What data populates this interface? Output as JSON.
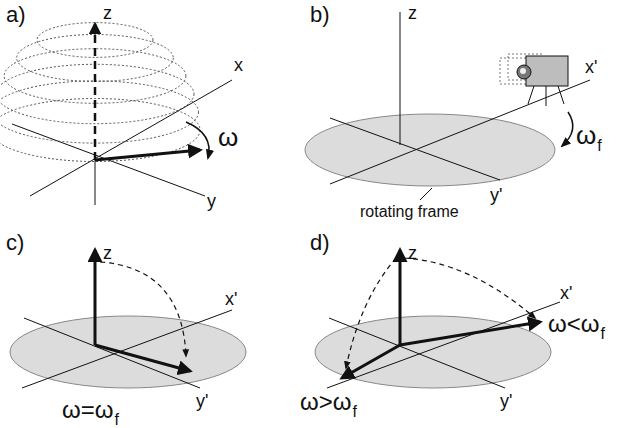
{
  "diagram": {
    "labels": [
      "a)",
      "z",
      "x",
      "y",
      "ω",
      "b)",
      "z",
      "x'",
      "y'",
      "ω",
      "f",
      "rotating frame",
      "c)",
      "z",
      "x'",
      "y'",
      "ω=ω",
      "f",
      "d)",
      "z",
      "x'",
      "y'",
      "ω<ω",
      "f",
      "ω>ω",
      "f"
    ]
  }
}
